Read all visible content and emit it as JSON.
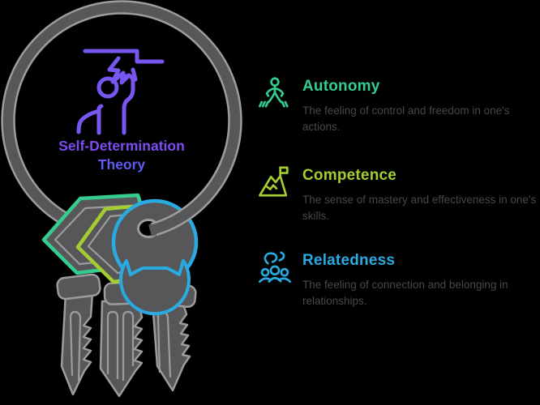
{
  "canvas": {
    "background": "#000000"
  },
  "keyring": {
    "title": "Self-Determination\nTheory",
    "title_color_top": "#7d4cf2",
    "title_color_bottom": "#5a5cf2",
    "center_icon": "person-raising-hand-speech-icon",
    "center_icon_color": "#7857f0",
    "ring_color": "#57575a",
    "ring_edge_color": "#9c9c9c",
    "keys": [
      {
        "name": "autonomy-key",
        "head_shape": "pentagon",
        "color": "#35cd8f"
      },
      {
        "name": "competence-key",
        "head_shape": "hexagon",
        "color": "#a3cd30"
      },
      {
        "name": "relatedness-key",
        "head_shape": "round",
        "color": "#29abe2"
      }
    ]
  },
  "items": [
    {
      "label": "Autonomy",
      "color": "#35cd8f",
      "style": "color:#35cd8f",
      "icon": "walking-person-icon",
      "description": "The feeling of control and freedom in one's actions."
    },
    {
      "label": "Competence",
      "color": "#a3cd30",
      "style": "color:#a3cd30",
      "icon": "mountain-flag-icon",
      "description": "The sense of mastery and effectiveness in one's skills."
    },
    {
      "label": "Relatedness",
      "color": "#29abe2",
      "style": "color:#29abe2",
      "icon": "people-group-icon",
      "description": "The feeling of connection and belonging in relationships."
    }
  ],
  "description_color": "#474747"
}
